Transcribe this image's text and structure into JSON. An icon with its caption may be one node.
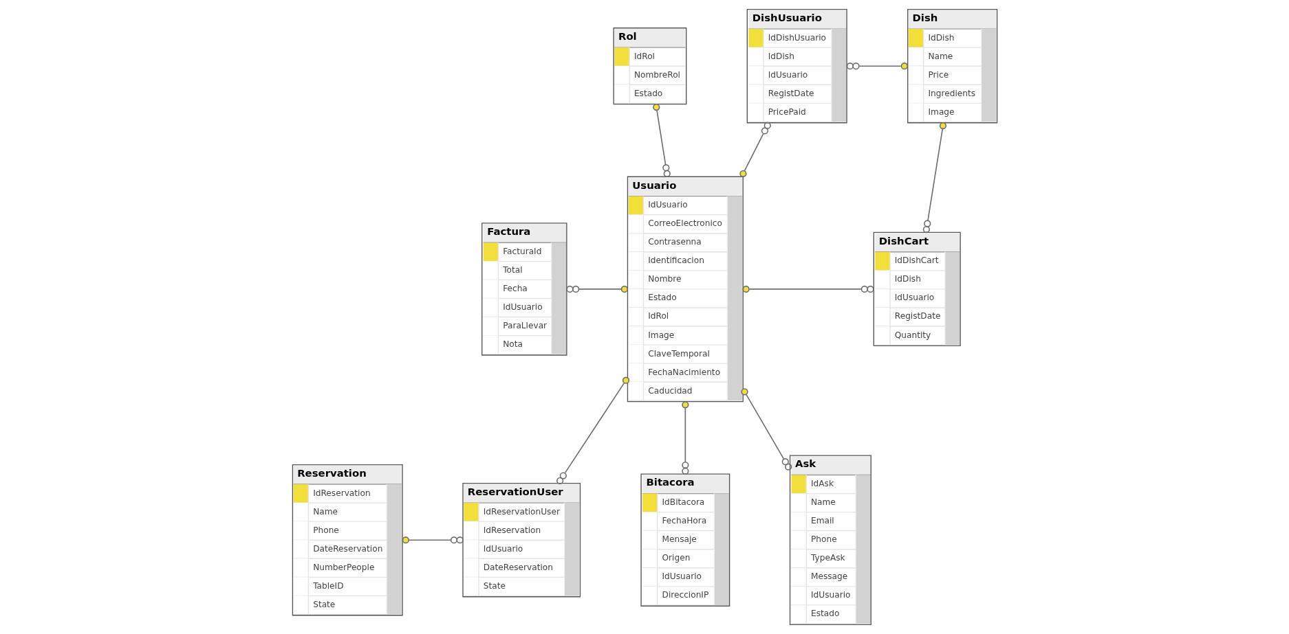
{
  "diagram": {
    "nodes": [
      {
        "text": [
          "DishUsuario",
          "IdDishUsuario",
          "IdDish",
          "IdUsuario",
          "RegistDate",
          "PricePaid"
        ]
      },
      {
        "text": [
          "Rol",
          "IdRol",
          "NombreRol",
          "Estado"
        ]
      },
      {
        "text": [
          "Dish",
          "IdDish",
          "Name",
          "Price",
          "Ingredients",
          "Image"
        ]
      },
      {
        "text": [
          "Usuario",
          "IdUsuario",
          "CorreoElectronico",
          "Contrasenna",
          "Identificacion",
          "Nombre",
          "Estado",
          "IdRol",
          "Image",
          "ClaveTemporal",
          "FechaNacimiento",
          "Caducidad"
        ]
      },
      {
        "text": [
          "DishCart",
          "IdDishCart",
          "IdDish",
          "IdUsuario",
          "RegistDate",
          "Quantity"
        ]
      },
      {
        "text": [
          "Factura",
          "FacturaId",
          "Total",
          "Fecha",
          "IdUsuario",
          "ParaLlevar",
          "Nota"
        ]
      },
      {
        "text": [
          "Ask",
          "IdAsk",
          "Name",
          "Email",
          "Phone",
          "TypeAsk",
          "Message",
          "IdUsuario",
          "Estado"
        ]
      },
      {
        "text": [
          "Reservation",
          "IdReservation",
          "Name",
          "Phone",
          "DateReservation",
          "NumberPeople",
          "TableID",
          "State"
        ]
      },
      {
        "text": [
          "ReservationUser",
          "IdReservationUser",
          "IdReservation",
          "IdUsuario",
          "DateReservation",
          "State"
        ]
      },
      {
        "text": [
          "Bitacora",
          "IdBitacora",
          "FechaHora",
          "Mensaje",
          "Origen",
          "IdUsuario",
          "DireccionIP"
        ]
      }
    ],
    "edges": [
      {
        "from": 1,
        "to": 3,
        "arrow": "other"
      },
      {
        "from": 3,
        "to": 0,
        "arrow": "other"
      },
      {
        "from": 2,
        "to": 0,
        "arrow": "other"
      },
      {
        "from": 2,
        "to": 4,
        "arrow": "other"
      },
      {
        "from": 3,
        "to": 5,
        "arrow": "other"
      },
      {
        "from": 3,
        "to": 4,
        "arrow": "other"
      },
      {
        "from": 7,
        "to": 8,
        "arrow": "other"
      },
      {
        "from": 3,
        "to": 8,
        "arrow": "other"
      },
      {
        "from": 3,
        "to": 9,
        "arrow": "other"
      },
      {
        "from": 3,
        "to": 6,
        "arrow": "other"
      }
    ]
  }
}
